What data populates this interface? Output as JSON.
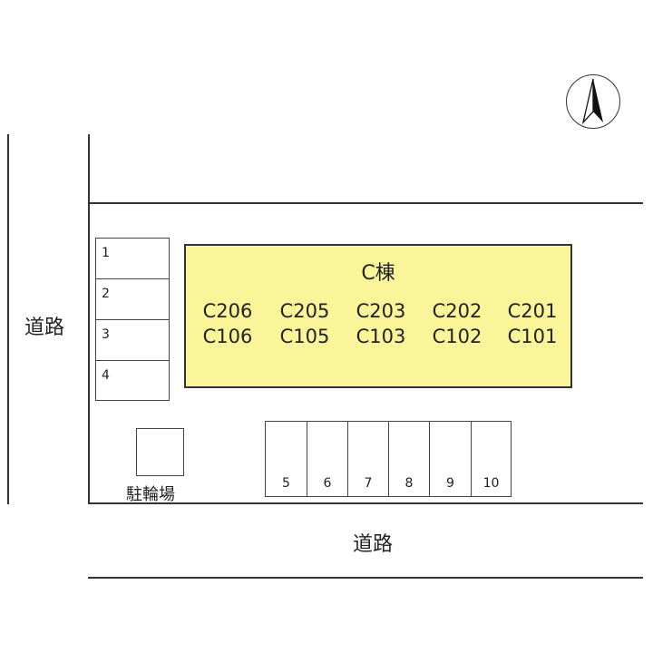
{
  "roads": {
    "left_label": "道路",
    "bottom_label": "道路"
  },
  "building": {
    "name": "C棟",
    "upper_units": [
      "C206",
      "C205",
      "C203",
      "C202",
      "C201"
    ],
    "lower_units": [
      "C106",
      "C105",
      "C103",
      "C102",
      "C101"
    ],
    "fill_color": "#fbf59a"
  },
  "parking_left": [
    "1",
    "2",
    "3",
    "4"
  ],
  "parking_bottom": [
    "5",
    "6",
    "7",
    "8",
    "9",
    "10"
  ],
  "bicycle_parking": {
    "label": "駐輪場"
  },
  "compass": {
    "icon": "north-arrow-icon"
  }
}
